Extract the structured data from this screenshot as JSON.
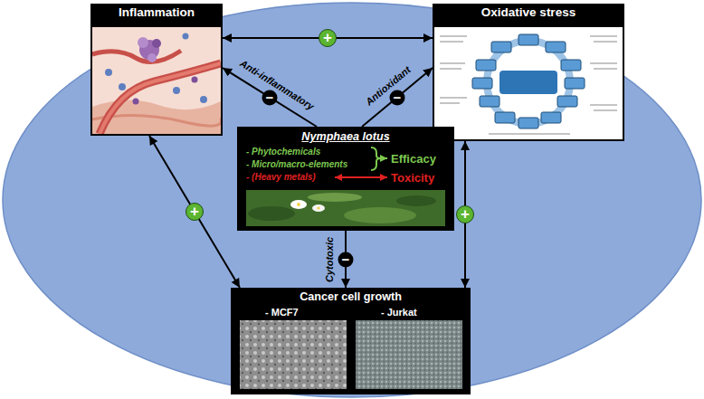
{
  "diagram": {
    "nodes": [
      {
        "text": [
          "Inflammation"
        ]
      },
      {
        "text": [
          "Oxidative stress"
        ]
      },
      {
        "text": [
          "Nymphaea lotus",
          "- Phytochemicals",
          "- Micro/macro-elements",
          "- (Heavy metals)",
          "Efficacy",
          "Toxicity"
        ]
      },
      {
        "text": [
          "Cancer cell growth",
          "- MCF7",
          "- Jurkat"
        ]
      }
    ],
    "edges": [
      {
        "from": 0,
        "to": 1,
        "label": "+",
        "arrow": "both"
      },
      {
        "from": 0,
        "to": 3,
        "label": "+",
        "arrow": "both"
      },
      {
        "from": 1,
        "to": 3,
        "label": "+",
        "arrow": "both"
      },
      {
        "from": 2,
        "to": 0,
        "label": "Anti-inflammatory",
        "arrow": "to"
      },
      {
        "from": 2,
        "to": 1,
        "label": "Antioxidant",
        "arrow": "to"
      },
      {
        "from": 2,
        "to": 3,
        "label": "Cytotoxic",
        "arrow": "to"
      }
    ],
    "labels": [
      "−",
      "−",
      "−"
    ]
  }
}
